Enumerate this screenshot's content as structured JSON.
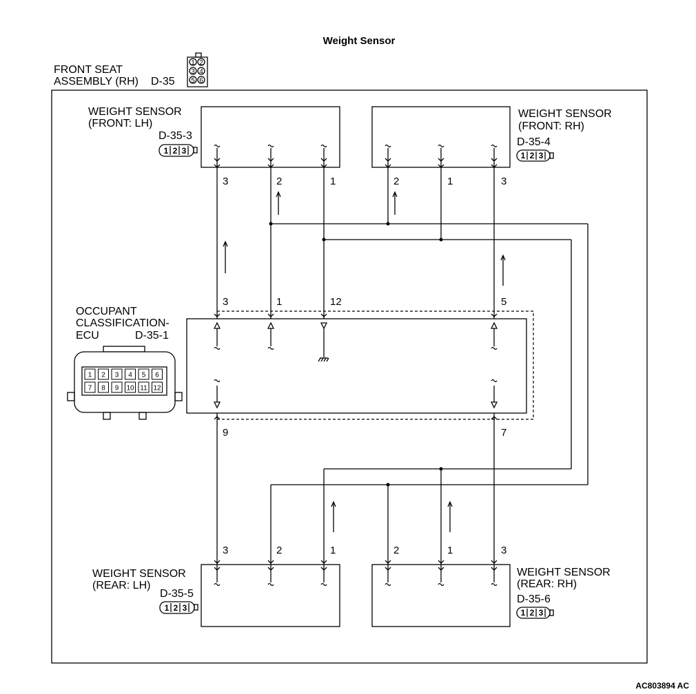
{
  "title": "Weight Sensor",
  "reference_code": "AC803894 AC",
  "seat_assembly": {
    "line1": "FRONT SEAT",
    "line2": "ASSEMBLY (RH)",
    "connector": "D-35",
    "connector_pins": [
      "1",
      "2",
      "3",
      "4",
      "5",
      "6"
    ]
  },
  "sensor_front_lh": {
    "line1": "WEIGHT SENSOR",
    "line2": "(FRONT: LH)",
    "connector": "D-35-3",
    "pins": [
      "3",
      "2",
      "1"
    ]
  },
  "sensor_front_rh": {
    "line1": "WEIGHT SENSOR",
    "line2": "(FRONT: RH)",
    "connector": "D-35-4",
    "pins": [
      "2",
      "1",
      "3"
    ]
  },
  "sensor_rear_lh": {
    "line1": "WEIGHT SENSOR",
    "line2": "(REAR: LH)",
    "connector": "D-35-5",
    "pins": [
      "3",
      "2",
      "1"
    ]
  },
  "sensor_rear_rh": {
    "line1": "WEIGHT SENSOR",
    "line2": "(REAR: RH)",
    "connector": "D-35-6",
    "pins": [
      "2",
      "1",
      "3"
    ]
  },
  "connector_3pin": [
    "1",
    "2",
    "3"
  ],
  "ecu": {
    "line1": "OCCUPANT",
    "line2": "CLASSIFICATION-",
    "line3": "ECU",
    "connector": "D-35-1",
    "top_pins": [
      "3",
      "1",
      "12",
      "5"
    ],
    "bottom_pins": [
      "9",
      "7"
    ],
    "connector_pins_row1": [
      "1",
      "2",
      "3",
      "4",
      "5",
      "6"
    ],
    "connector_pins_row2": [
      "7",
      "8",
      "9",
      "10",
      "11",
      "12"
    ]
  }
}
